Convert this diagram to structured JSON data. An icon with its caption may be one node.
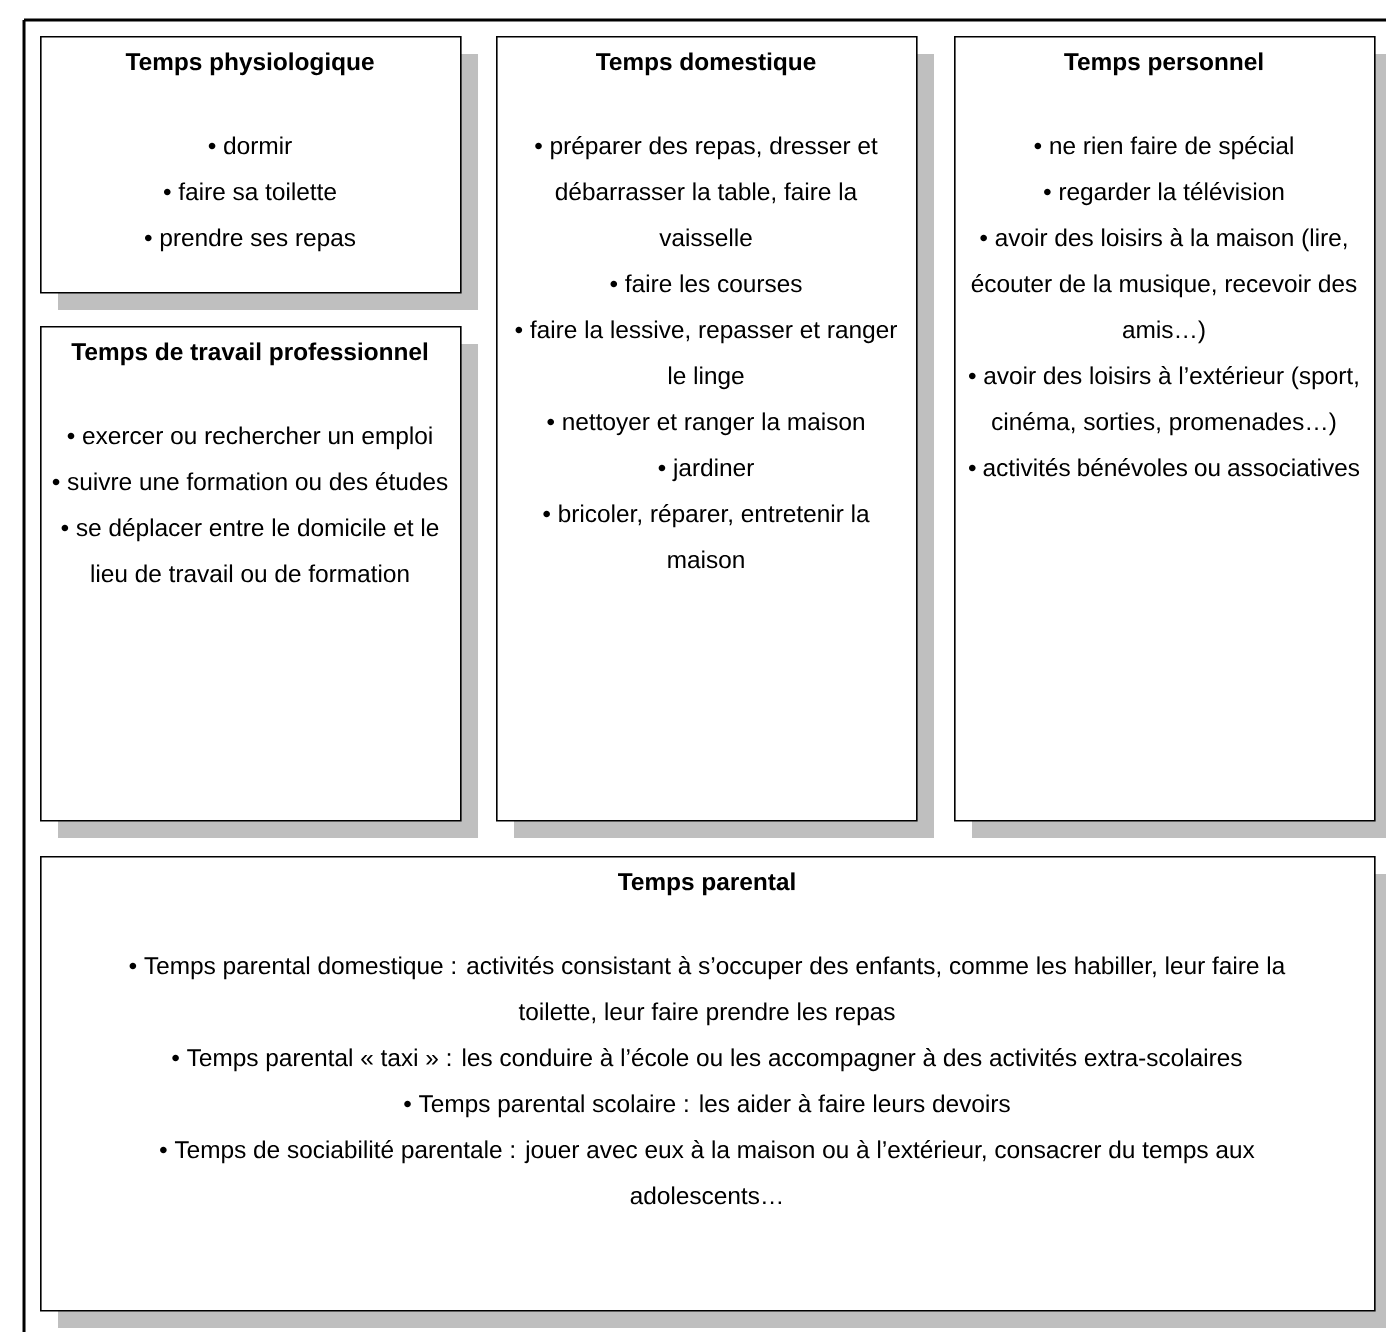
{
  "diagram": {
    "nodes": [
      {
        "text": [
          "Temps physiologique",
          "• dormir",
          "• faire sa toilette",
          "• prendre ses repas"
        ]
      },
      {
        "text": [
          "Temps de travail professionnel",
          "• exercer ou rechercher un emploi",
          "• suivre une formation ou des études",
          "• se déplacer entre le domicile et le lieu de travail ou de formation"
        ]
      },
      {
        "text": [
          "Temps domestique",
          "• préparer des repas, dresser et débarrasser la table, faire la vaisselle",
          "• faire les courses",
          "• faire la lessive, repasser et ranger le linge",
          "• nettoyer et ranger la maison",
          "• jardiner",
          "• bricoler, réparer, entretenir la maison"
        ]
      },
      {
        "text": [
          "Temps personnel",
          "• ne rien faire de spécial",
          "• regarder la télévision",
          "• avoir des loisirs à la maison (lire, écouter de la musique, recevoir des amis…)",
          "• avoir des loisirs à l’extérieur (sport, cinéma, sorties, promenades…)",
          "• activités bénévoles ou associatives"
        ]
      },
      {
        "text": [
          "Temps parental",
          "• Temps parental domestique : activités consistant à s’occuper des enfants, comme les habiller, leur faire la toilette, leur faire prendre les repas",
          "• Temps parental « taxi » : les conduire à l’école ou les accompagner à des activités extra-scolaires",
          "• Temps parental scolaire : les aider à faire leurs devoirs",
          "• Temps de sociabilité parentale : jouer avec eux à la maison ou à l’extérieur, consacrer du temps aux adolescents…"
        ]
      }
    ]
  }
}
